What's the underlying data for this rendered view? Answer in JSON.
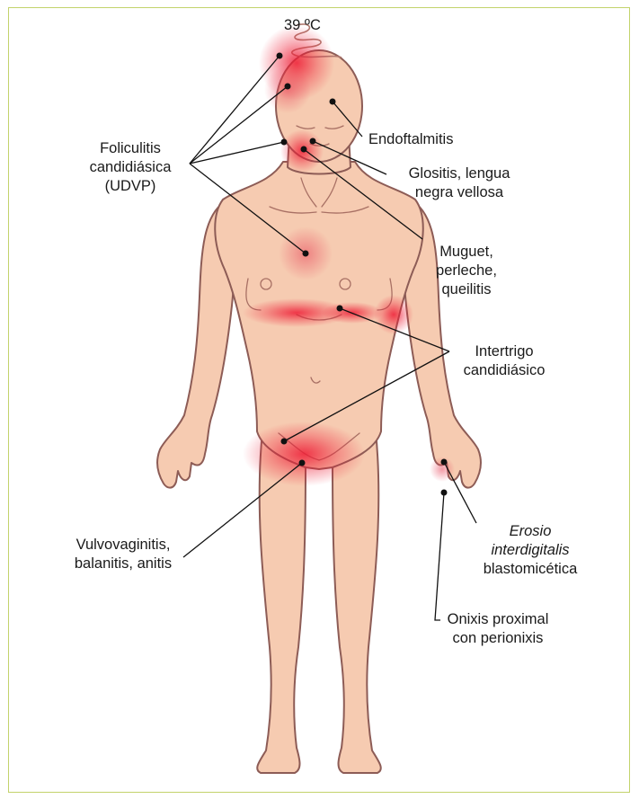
{
  "figure": {
    "temperature": "39 ºC",
    "labels": {
      "foliculitis": [
        "Foliculitis",
        "candidiásica",
        "(UDVP)"
      ],
      "endoftalmitis": [
        "Endoftalmitis"
      ],
      "glositis": [
        "Glositis, lengua",
        "negra vellosa"
      ],
      "muguet": [
        "Muguet,",
        "perleche,",
        "queilitis"
      ],
      "intertrigo": [
        "Intertrigo",
        "candidiásico"
      ],
      "vulvovaginitis": [
        "Vulvovaginitis,",
        "balanitis, anitis"
      ],
      "erosio": [
        "Erosio",
        "interdigitalis",
        "blastomicética"
      ],
      "onixis": [
        "Onixis proximal",
        "con perionixis"
      ]
    },
    "colors": {
      "skin": "#f6cbb1",
      "outline": "#8d5c56",
      "inflammation": "#ee2a3a",
      "frame": "#c3d36b"
    }
  }
}
